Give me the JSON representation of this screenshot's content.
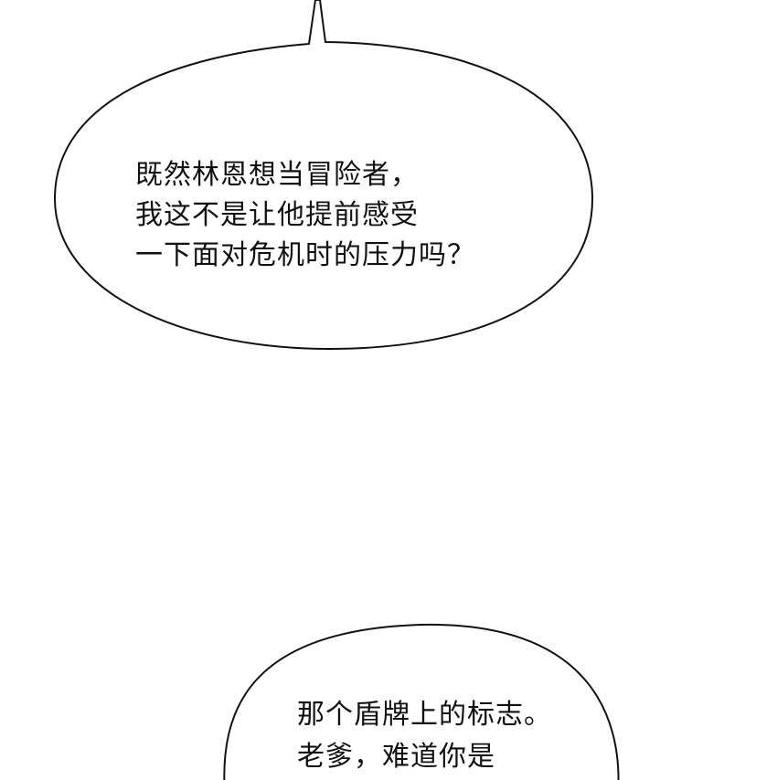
{
  "bubbles": [
    {
      "lines": [
        "既然林恩想当冒险者，",
        "我这不是让他提前感受",
        "一下面对危机时的压力吗？"
      ]
    },
    {
      "lines": [
        "那个盾牌上的标志。",
        "老爹，难道你是"
      ]
    }
  ]
}
